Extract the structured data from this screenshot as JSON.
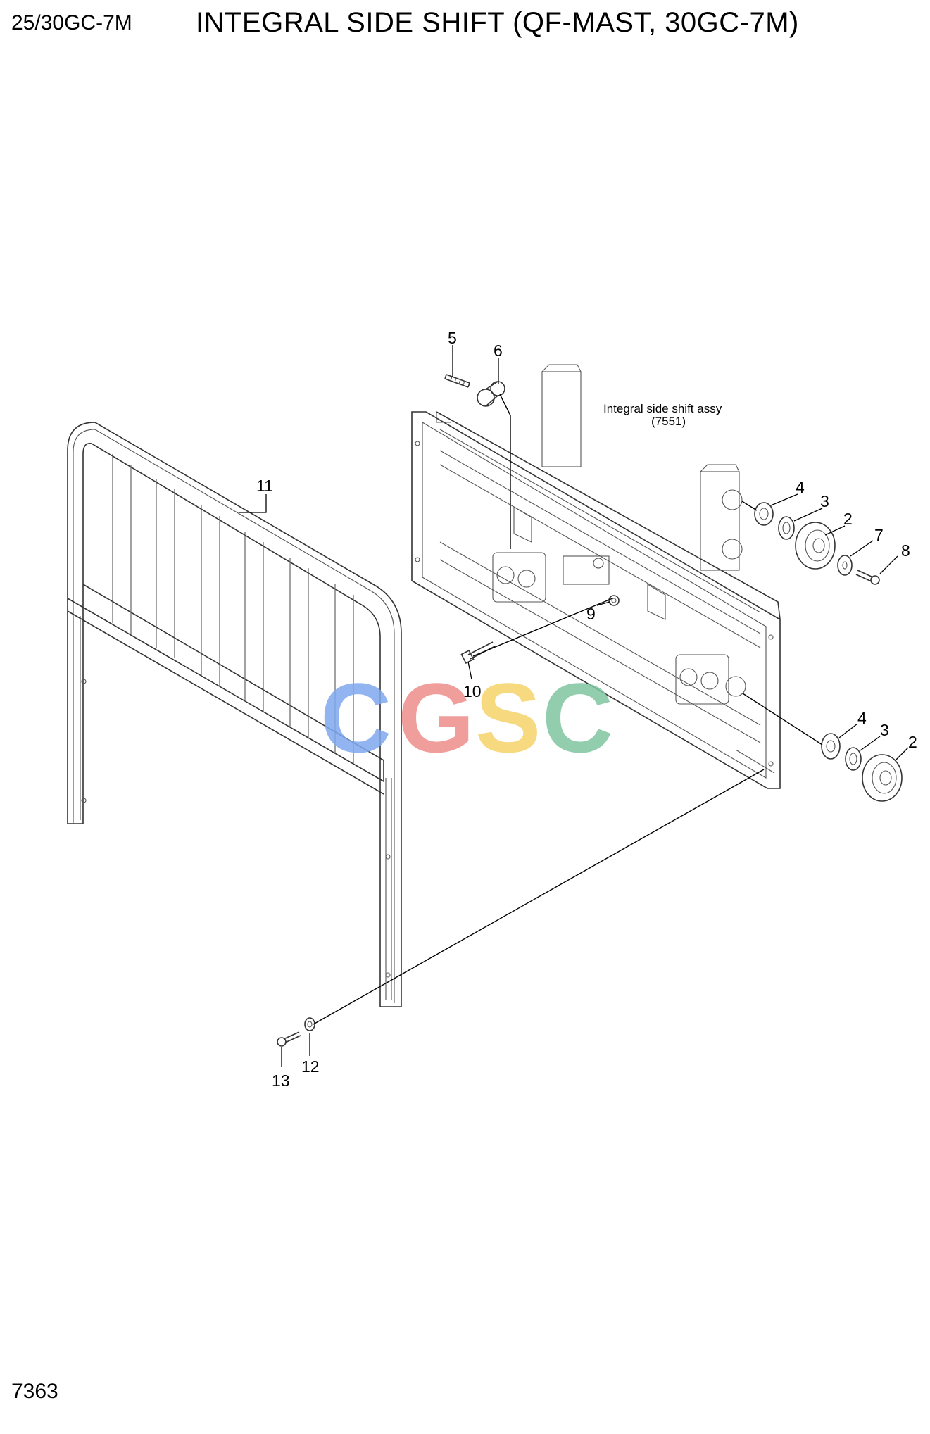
{
  "header": {
    "model": "25/30GC-7M",
    "title": "INTEGRAL SIDE SHIFT (QF-MAST, 30GC-7M)"
  },
  "assembly": {
    "name": "Integral side shift assy",
    "code": "(7551)"
  },
  "callouts": {
    "c2a": "2",
    "c2b": "2",
    "c3a": "3",
    "c3b": "3",
    "c4a": "4",
    "c4b": "4",
    "c5": "5",
    "c6": "6",
    "c7": "7",
    "c8": "8",
    "c9": "9",
    "c10": "10",
    "c11": "11",
    "c12": "12",
    "c13": "13"
  },
  "watermark": {
    "letters": [
      "C",
      "G",
      "S",
      "C"
    ],
    "colors": [
      "#7fa9ef",
      "#ee8e8a",
      "#f6d36a",
      "#7fc6a0"
    ]
  },
  "footer": {
    "page_number": "7363"
  }
}
